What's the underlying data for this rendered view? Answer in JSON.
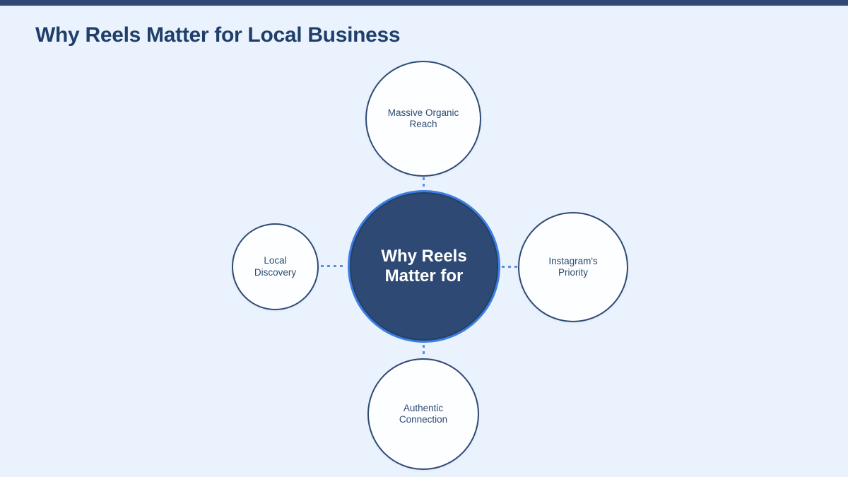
{
  "colors": {
    "background": "#eaf2fd",
    "accent_bar": "#2e4a74",
    "title_text": "#1f3f6a",
    "node_border": "#2e4a74",
    "node_fill": "#fdfeff",
    "node_text": "#2c4a70",
    "center_fill": "#2e4a74",
    "center_ring": "#3c7ee2",
    "center_text": "#ffffff",
    "connector": "#5c8fdd"
  },
  "title": "Why Reels Matter for Local Business",
  "diagram": {
    "type": "hub-and-spoke",
    "center_node": {
      "line1": "Why Reels",
      "line2": "Matter for"
    },
    "nodes": [
      {
        "position": "top",
        "line1": "Massive Organic",
        "line2": "Reach"
      },
      {
        "position": "right",
        "line1": "Instagram's",
        "line2": "Priority"
      },
      {
        "position": "bottom",
        "line1": "Authentic",
        "line2": "Connection"
      },
      {
        "position": "left",
        "line1": "Local",
        "line2": "Discovery"
      }
    ]
  }
}
